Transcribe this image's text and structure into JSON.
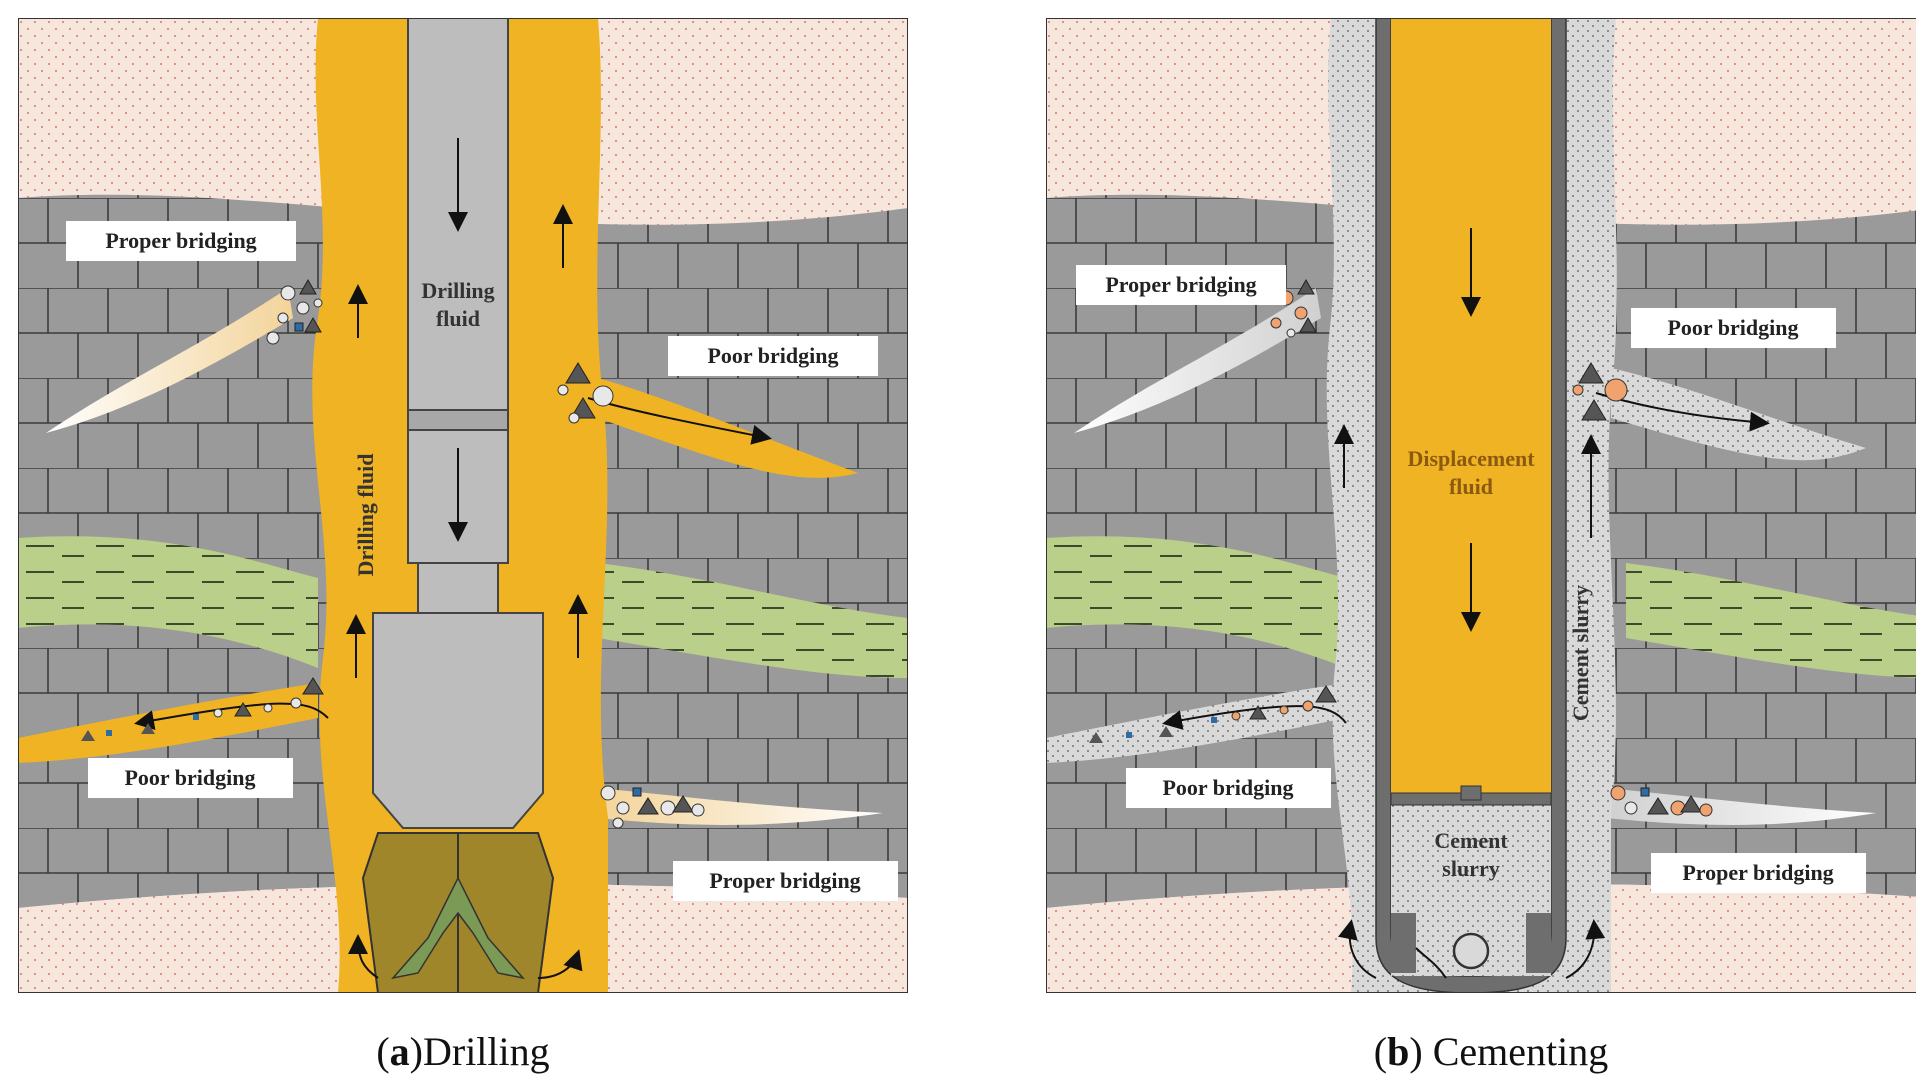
{
  "panel_a": {
    "caption_letter": "a",
    "caption_text": "Drilling",
    "labels": {
      "top_left": "Proper bridging",
      "top_right": "Poor bridging",
      "bottom_left": "Poor bridging",
      "bottom_right": "Proper bridging",
      "pipe_fluid_line1": "Drilling",
      "pipe_fluid_line2": "fluid",
      "annulus_fluid": "Drilling fluid"
    }
  },
  "panel_b": {
    "caption_letter": "b",
    "caption_text": " Cementing",
    "labels": {
      "top_left": "Proper bridging",
      "top_right": "Poor bridging",
      "bottom_left": "Poor bridging",
      "bottom_right": "Proper bridging",
      "casing_fluid_line1": "Displacement",
      "casing_fluid_line2": "fluid",
      "cement_line1": "Cement",
      "cement_line2": "slurry",
      "annulus_fluid": "Cement slurry"
    }
  },
  "colors": {
    "sand": "#f7e6dc",
    "sand_dots": "#d98a82",
    "rock": "#9a9a9a",
    "rock_lines": "#3a3a3a",
    "shale": "#b9cf8a",
    "drilling_fluid": "#f0b323",
    "steel": "#bdbdbd",
    "steel_dark": "#6e6e6e",
    "bit_gold": "#a0862a",
    "bit_green": "#7a9a55",
    "cement": "#d9d9d9"
  }
}
